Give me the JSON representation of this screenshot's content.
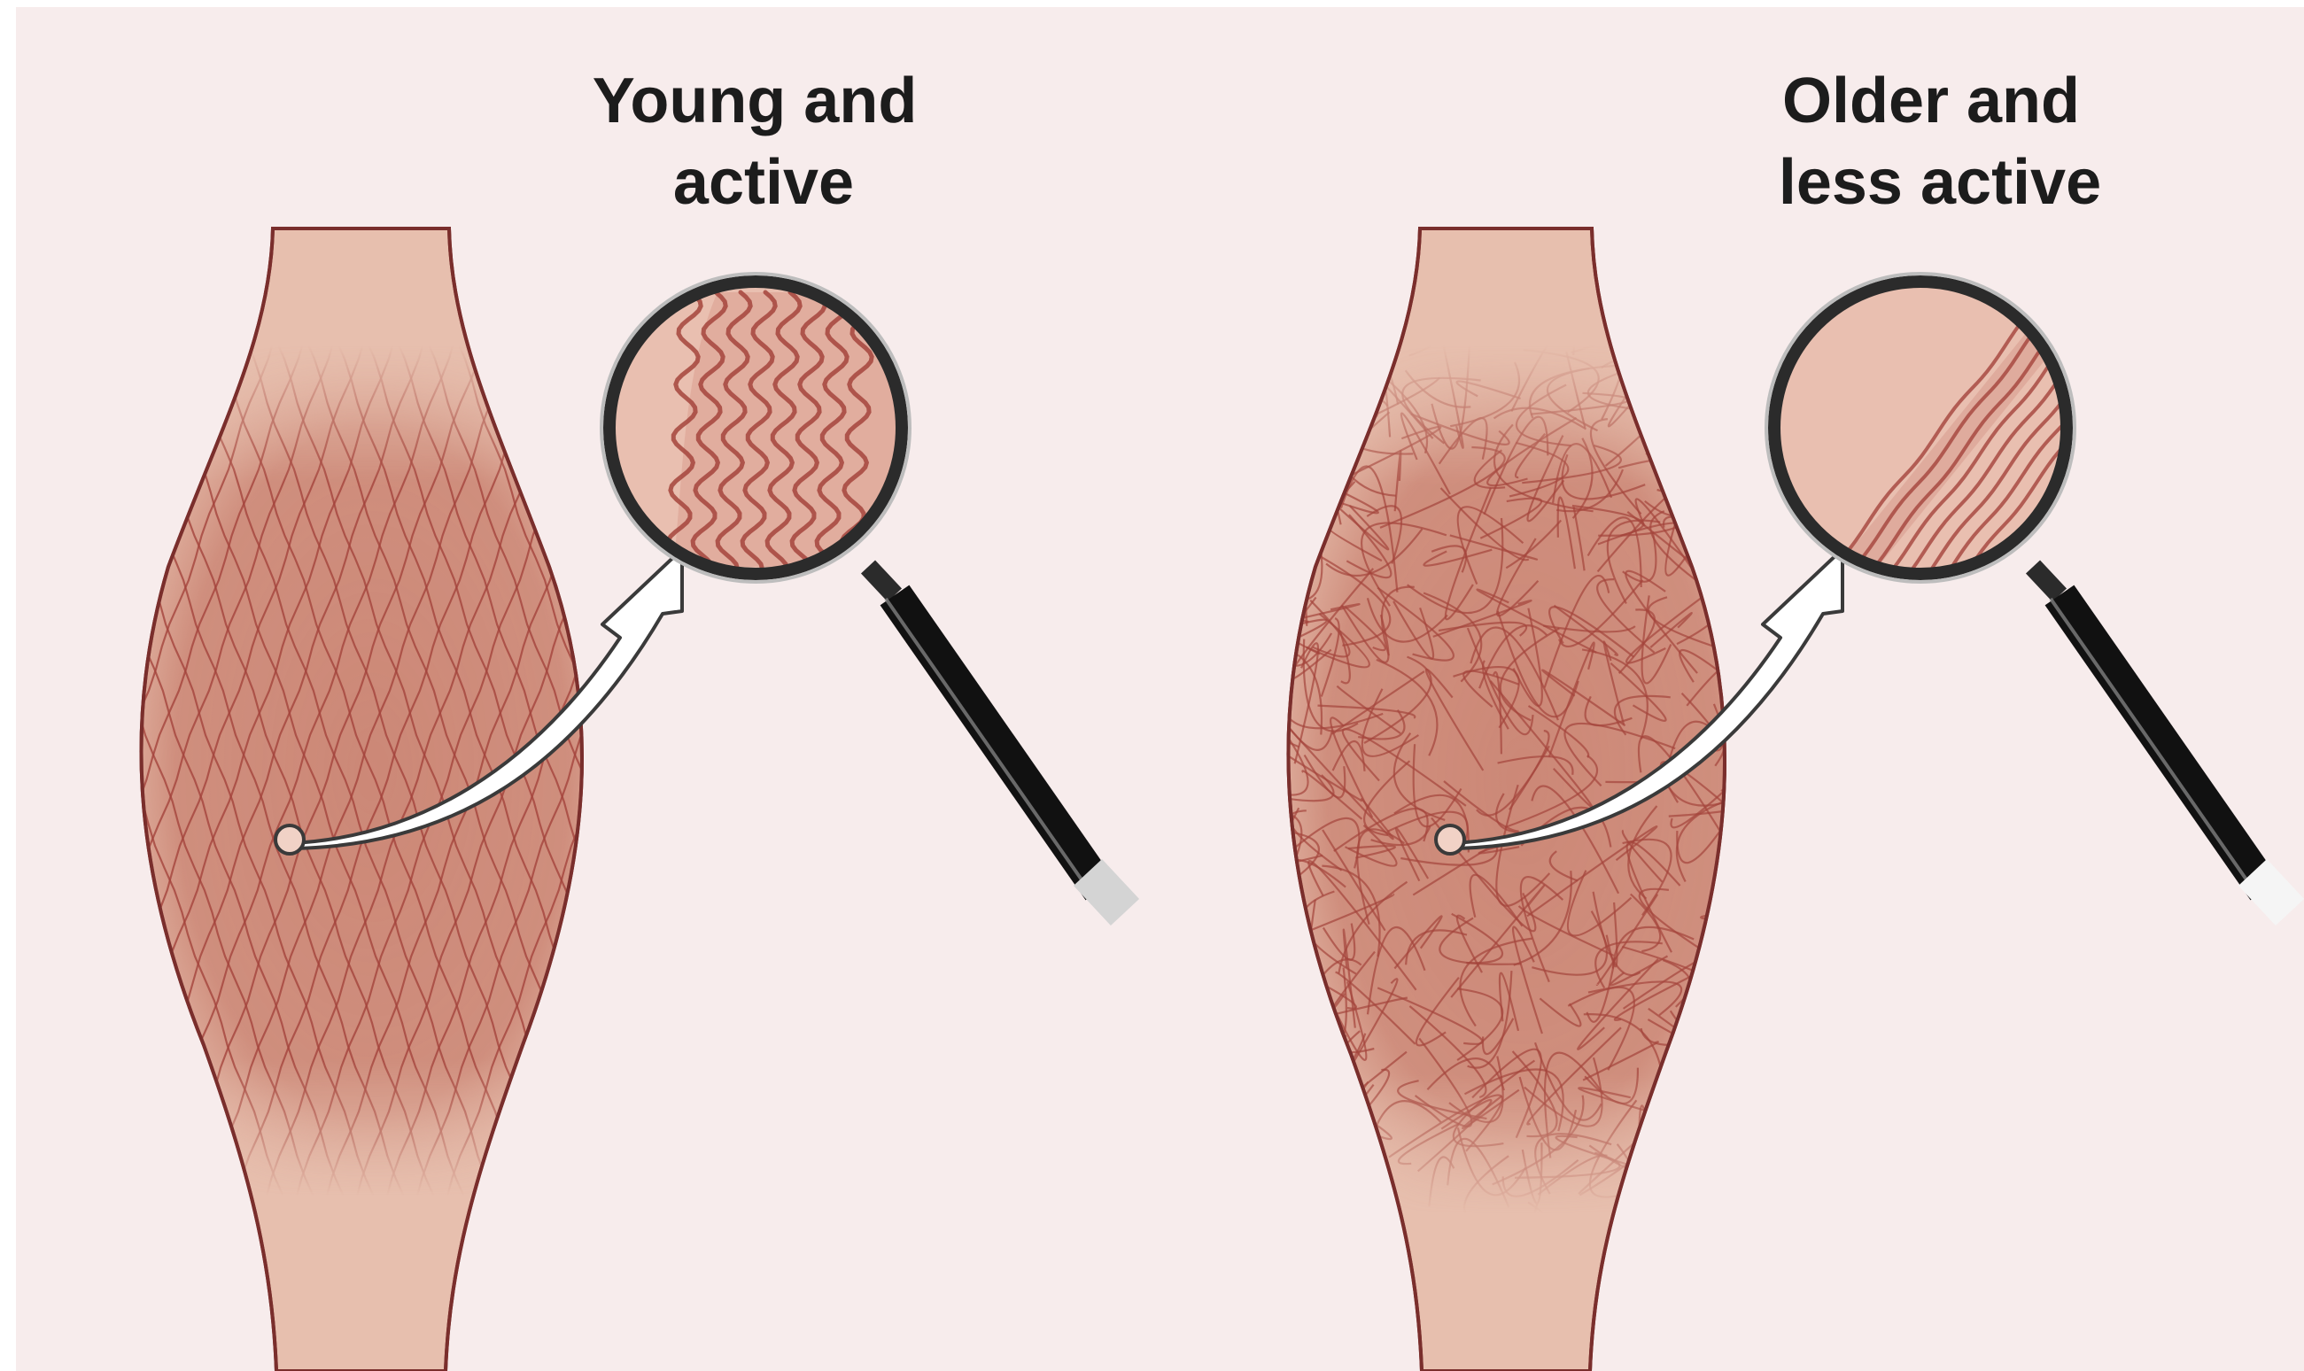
{
  "panels": [
    {
      "id": "young",
      "label_lines": [
        "Young and",
        "active"
      ],
      "fiber_pattern": "organized-crosshatch",
      "magnified_fibers": "wavy-parallel"
    },
    {
      "id": "older",
      "label_lines": [
        "Older and",
        "less active"
      ],
      "fiber_pattern": "disorganized-tangled",
      "magnified_fibers": "straight-stiff"
    }
  ],
  "colors": {
    "background": "#f7ecec",
    "tendon": "#e7bfae",
    "muscle_tint": "#c77e6d",
    "fiber": "#a4443c",
    "outline": "#7a2e2c",
    "magnifier_rim": "#2b2b2b",
    "handle": "#1a1a1a",
    "arrow_fill": "#ffffff",
    "arrow_stroke": "#3a3a3a"
  }
}
